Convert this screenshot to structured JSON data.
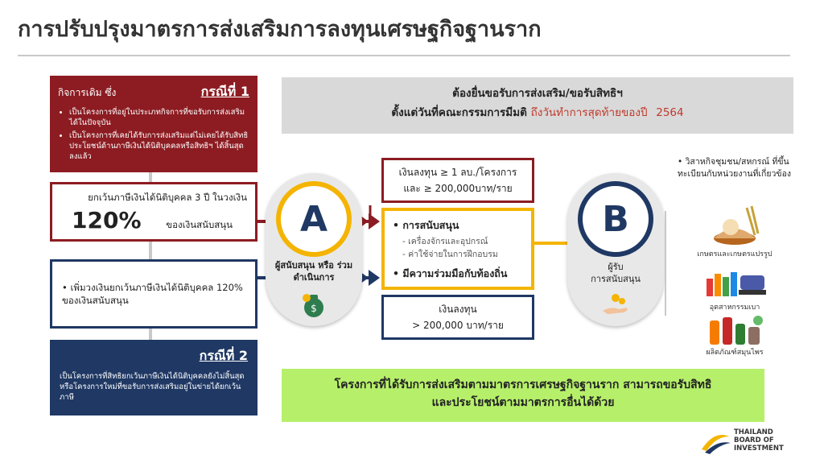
{
  "title": "การปรับปรุงมาตรการส่งเสริมการลงทุนเศรษฐกิจฐานราก",
  "case1": {
    "intro": "กิจการเดิม ซึ่ง",
    "label": "กรณีที่ 1",
    "bullets": [
      "เป็นโครงการที่อยู่ในประเภทกิจการที่ขอรับการส่งเสริมได้ในปัจจุบัน",
      "เป็นโครงการที่เคยได้รับการส่งเสริมแต่ไม่เคยได้รับสิทธิประโยชน์ด้านภาษีเงินได้นิติบุคคลหรือสิทธิฯ ได้สิ้นสุดลงแล้ว"
    ],
    "benefit_line": "ยกเว้นภาษีเงินได้นิติบุคคล 3 ปี ในวงเงิน",
    "benefit_percent": "120%",
    "benefit_suffix": "ของเงินสนับสนุน"
  },
  "case2": {
    "benefit": "เพิ่มวงเงินยกเว้นภาษีเงินได้นิติบุคคล 120% ของเงินสนับสนุน",
    "label": "กรณีที่ 2",
    "desc": "เป็นโครงการที่สิทธิยกเว้นภาษีเงินได้นิติบุคคลยังไม่สิ้นสุดหรือโครงการใหม่ที่ขอรับการส่งเสริมอยู่ในข่ายได้ยกเว้นภาษี"
  },
  "top_banner": {
    "line1": "ต้องยื่นขอรับการส่งเสริม/ขอรับสิทธิฯ",
    "line2_prefix": "ตั้งแต่วันที่คณะกรรมการมีมติ",
    "line2_highlight": "ถึงวันทำการสุดท้ายของปี",
    "line2_year": "2564"
  },
  "node_a": {
    "letter": "A",
    "caption": "ผู้สนับสนุน หรือ ร่วมดำเนินการ",
    "icon": "money-bag-icon"
  },
  "node_b": {
    "letter": "B",
    "caption_1": "ผู้รับ",
    "caption_2": "การสนับสนุน",
    "icon": "coins-hand-icon"
  },
  "investment_top": {
    "line1": "เงินลงทุน ≥ 1 ลบ./โครงการ",
    "line2": "และ ≥ 200,000บาท/ราย"
  },
  "support": {
    "heading": "การสนับสนุน",
    "sub": [
      "เครื่องจักรและอุปกรณ์",
      "ค่าใช้จ่ายในการฝึกอบรม"
    ],
    "community": "มีความร่วมมือกับท้องถิ่น"
  },
  "investment_bottom": {
    "line1": "เงินลงทุน",
    "line2": "> 200,000 บาท/ราย"
  },
  "right_panel": {
    "heading": "วิสาหกิจชุมชน/สหกรณ์ ที่ขึ้นทะเบียนกับหน่วยงานที่เกี่ยวข้อง",
    "items": [
      {
        "label": "เกษตรและเกษตรแปรรูป",
        "icon": "grain-basket-icon"
      },
      {
        "label": "อุตสาหกรรมเบา",
        "icon": "sewing-machine-icon"
      },
      {
        "label": "ผลิตภัณฑ์สมุนไพร",
        "icon": "herbal-bottles-icon"
      }
    ]
  },
  "bottom_banner": {
    "line1": "โครงการที่ได้รับการส่งเสริมตามมาตรการเศรษฐกิจฐานราก สามารถขอรับสิทธิ",
    "line2": "และประโยชน์ตามมาตรการอื่นได้ด้วย"
  },
  "logo": {
    "line1": "THAILAND",
    "line2": "BOARD OF",
    "line3": "INVESTMENT"
  }
}
